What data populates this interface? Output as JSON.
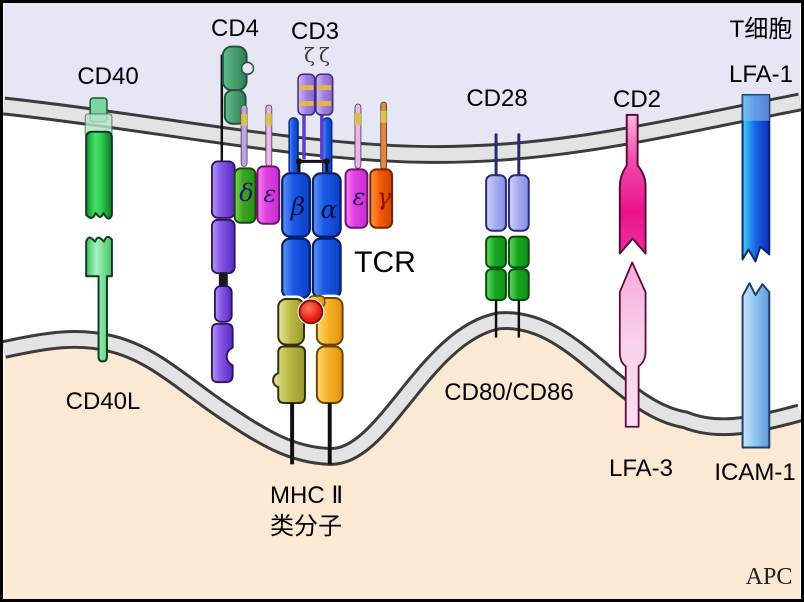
{
  "labels": {
    "cd40": "CD40",
    "cd4": "CD4",
    "cd3": "CD3",
    "zeta_chains": "ζζ",
    "t_cell": "T细胞",
    "lfa1": "LFA-1",
    "cd28": "CD28",
    "cd2": "CD2",
    "tcr": "TCR",
    "cd40l": "CD40L",
    "cd80_cd86": "CD80/CD86",
    "mhc_line1": "MHC Ⅱ",
    "mhc_line2": "类分子",
    "lfa3": "LFA-3",
    "icam1": "ICAM-1",
    "apc": "APC"
  },
  "chain_labels": {
    "delta": "δ",
    "epsilon_left": "ε",
    "beta": "β",
    "alpha": "α",
    "epsilon_right": "ε",
    "gamma": "γ"
  },
  "colors": {
    "tcell_bg": "#e6e6f4",
    "apc_bg": "#fbe9d4",
    "membrane_fill": "#e3e3e3",
    "membrane_edge": "#3b3b3b",
    "cd40_green": "#12b33c",
    "cd40l_green": "#66e08a",
    "cd4_head_green": "#3fa06a",
    "cd4_stalk_purple": "#8a5ce8",
    "delta_green": "#3da325",
    "epsilon_magenta": "#e23fe2",
    "tcr_blue": "#1a5ae8",
    "gamma_orange": "#f45a05",
    "zeta_purple": "#9f7fe2",
    "zeta_stripe_yellow": "#e8b83f",
    "mhc_olive": "#b9b943",
    "mhc_gold": "#f5ad25",
    "peptide_red": "#ec2015",
    "cd28_periwinkle": "#a3aaf0",
    "cd80_green": "#17a61f",
    "cd2_magenta": "#e8128a",
    "lfa3_pink": "#fad2ec",
    "lfa1_blue": "#1a6ae8",
    "icam1_blue": "#8ec3ef"
  }
}
